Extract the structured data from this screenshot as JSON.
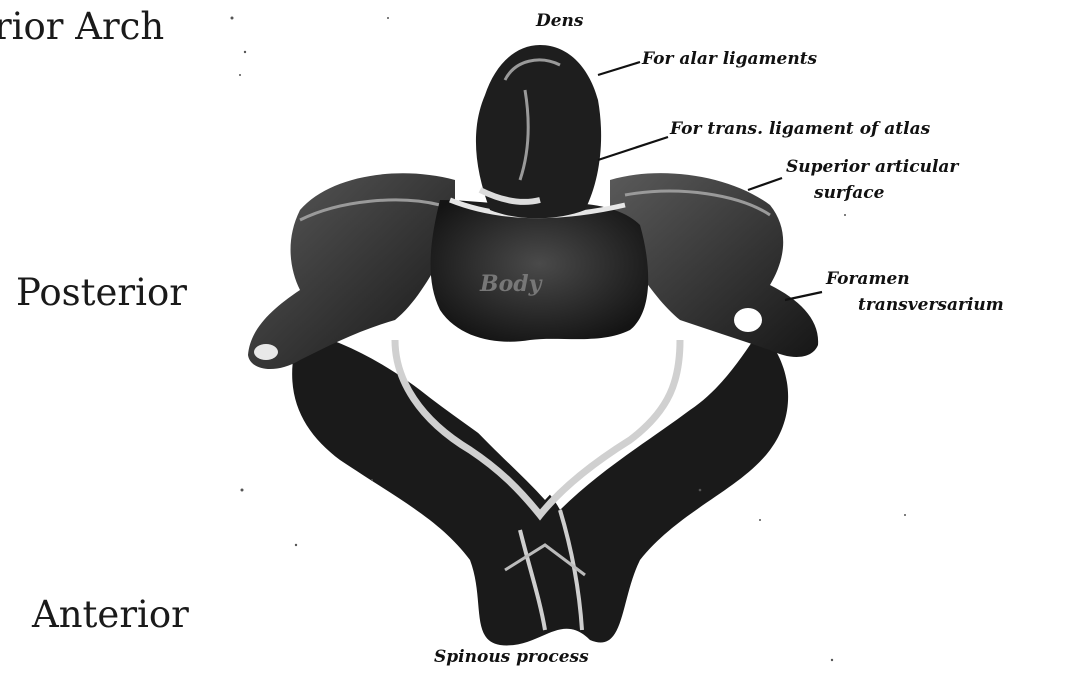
{
  "side_labels": {
    "top": "rior Arch",
    "middle": "Posterior",
    "bottom": "Anterior"
  },
  "annotations": {
    "dens": "Dens",
    "alar": "For alar ligaments",
    "trans": "For trans. ligament of atlas",
    "superior_1": "Superior articular",
    "superior_2": "surface",
    "body": "Body",
    "foramen_1": "Foramen",
    "foramen_2": "transversarium",
    "spinous": "Spinous process"
  },
  "colors": {
    "ink": "#111111",
    "bone_dark": "#1c1c1c",
    "bone_mid": "#3a3a3a",
    "highlight": "#d9d9d9"
  }
}
